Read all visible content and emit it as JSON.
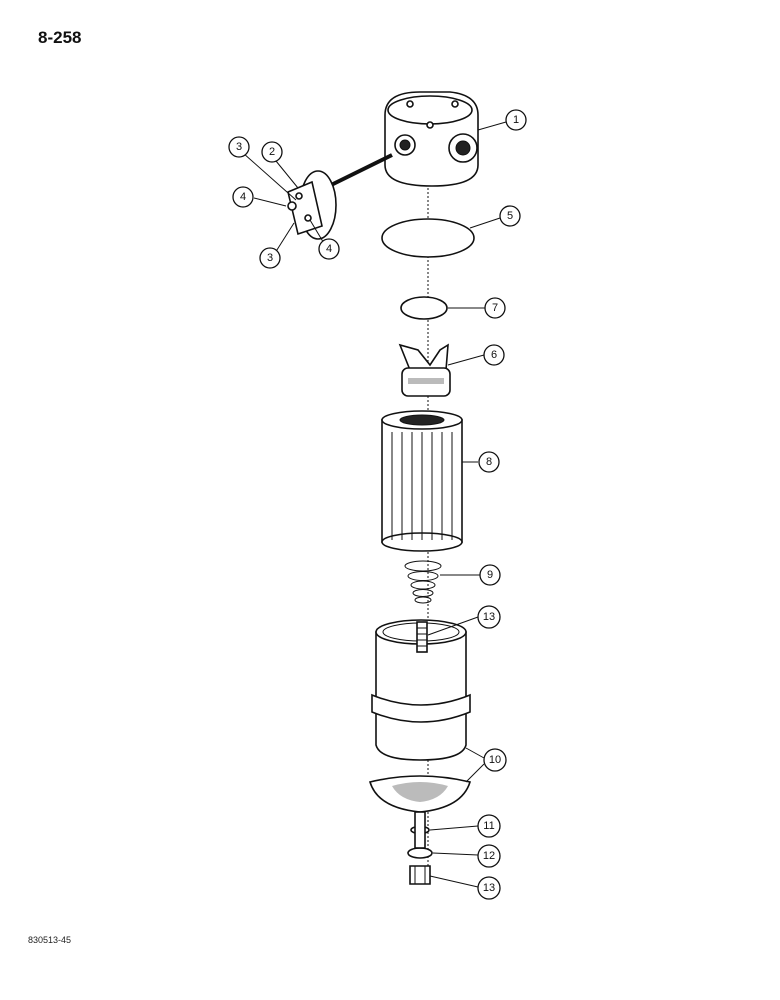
{
  "page_number": "8-258",
  "reference_code": "830513-45",
  "callouts": [
    {
      "id": "c1",
      "label": "1"
    },
    {
      "id": "c2",
      "label": "2"
    },
    {
      "id": "c3a",
      "label": "3"
    },
    {
      "id": "c3b",
      "label": "3"
    },
    {
      "id": "c4a",
      "label": "4"
    },
    {
      "id": "c4b",
      "label": "4"
    },
    {
      "id": "c5",
      "label": "5"
    },
    {
      "id": "c6",
      "label": "6"
    },
    {
      "id": "c7",
      "label": "7"
    },
    {
      "id": "c8",
      "label": "8"
    },
    {
      "id": "c9",
      "label": "9"
    },
    {
      "id": "c10",
      "label": "10"
    },
    {
      "id": "c11",
      "label": "11"
    },
    {
      "id": "c12",
      "label": "12"
    },
    {
      "id": "c13a",
      "label": "13"
    },
    {
      "id": "c13b",
      "label": "13"
    }
  ]
}
